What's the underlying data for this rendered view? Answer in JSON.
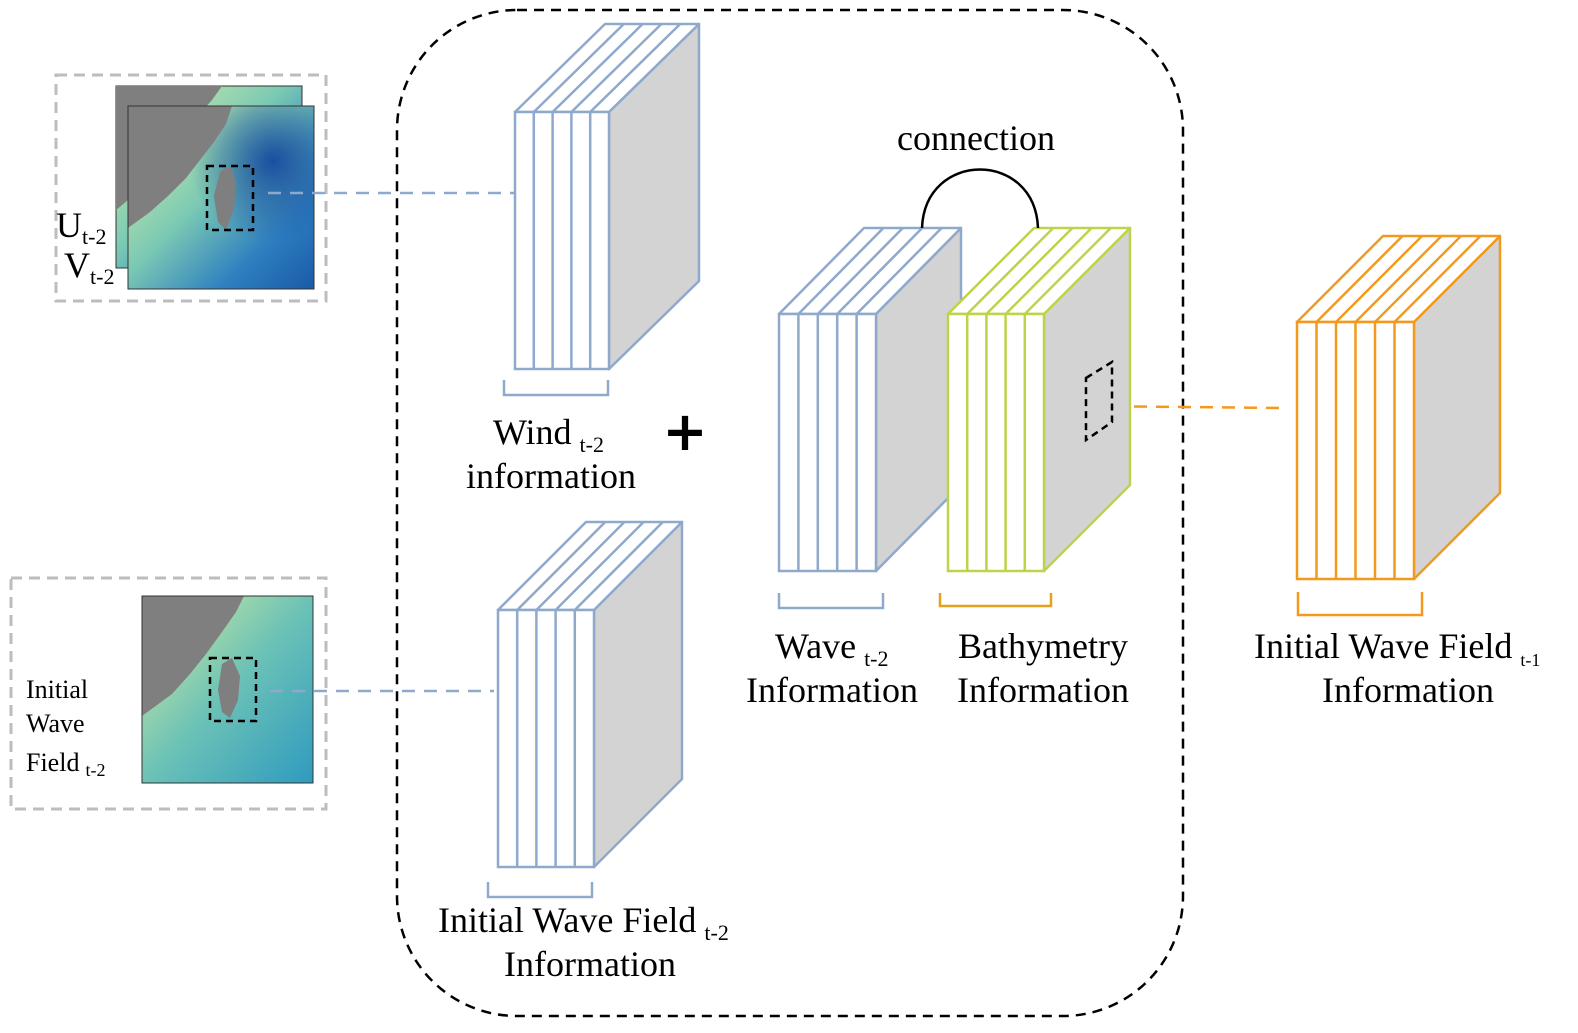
{
  "colors": {
    "wind_tensor": "#8ea9cc",
    "wave_tensor": "#8ea9cc",
    "bathy_tensor": "#bfd34a",
    "output_tensor": "#f39a1e",
    "tensor_side": "#d3d3d3",
    "ocean_shallow": "#d7ee9c",
    "ocean_mid": "#5fbdb9",
    "ocean_deep": "#1f63b3",
    "land": "#7f7f7f"
  },
  "inputs": {
    "wind": {
      "u_main": "U",
      "u_sub": "t-2",
      "v_main": "V",
      "v_sub": "t-2"
    },
    "wave": {
      "line1": "Initial",
      "line2": "Wave",
      "line3_main": "Field",
      "line3_sub": "t-2"
    }
  },
  "labels": {
    "wind_info": {
      "line1_main": "Wind",
      "line1_sub": "t-2",
      "line2": "information"
    },
    "plus": "+",
    "init_wave_info": {
      "line1_main": "Initial Wave Field",
      "line1_sub": "t-2",
      "line2": "Information"
    },
    "wave_info": {
      "line1_main": "Wave",
      "line1_sub": "t-2",
      "line2": "Information"
    },
    "bathy_info": {
      "line1": "Bathymetry",
      "line2": "Information"
    },
    "output_info": {
      "line1_main": "Initial Wave Field",
      "line1_sub": "t-1",
      "line2": "Information"
    },
    "connection": "connection"
  }
}
